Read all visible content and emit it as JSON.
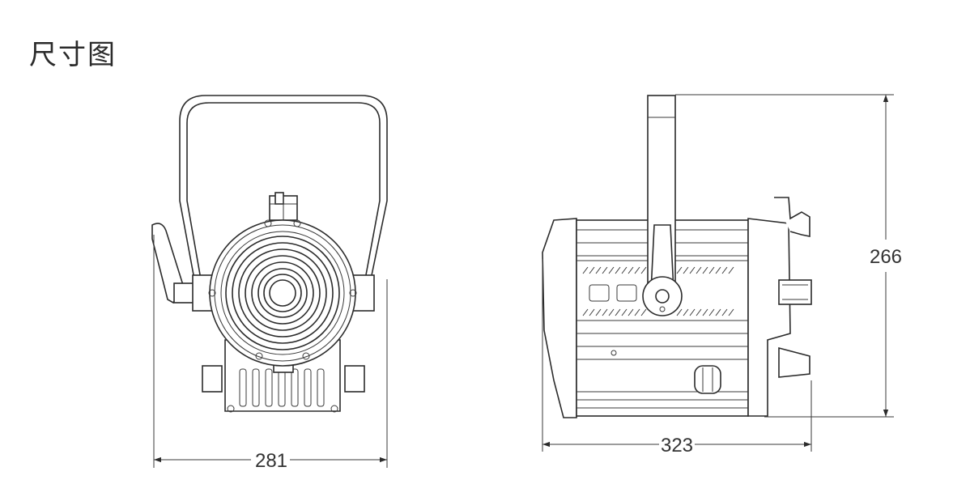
{
  "title": "尺寸图",
  "dimensions": {
    "front_width": "281",
    "side_depth": "323",
    "side_height": "266"
  },
  "colors": {
    "line": "#2b2b2b",
    "text": "#333333"
  }
}
